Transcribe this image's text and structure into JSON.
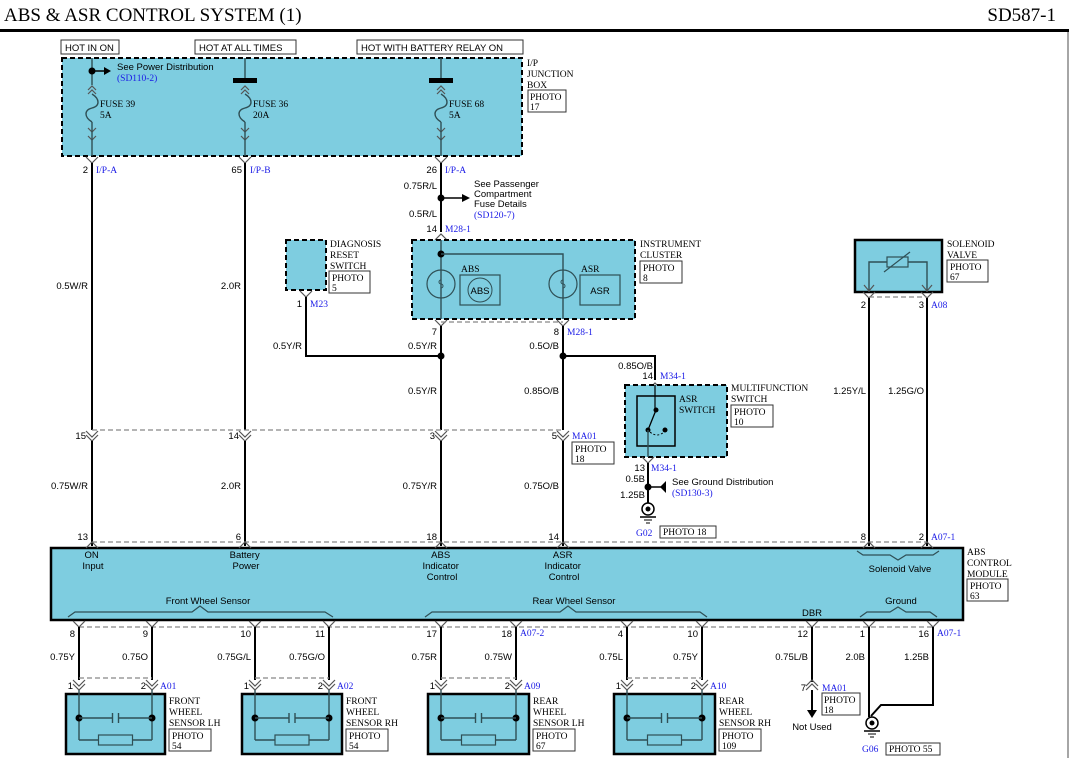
{
  "header": {
    "title": "ABS & ASR CONTROL SYSTEM (1)",
    "page_code": "SD587-1"
  },
  "power": {
    "hot_in_on": "HOT IN ON",
    "hot_at_all_times": "HOT AT ALL TIMES",
    "hot_with_battery_relay_on": "HOT WITH BATTERY RELAY ON"
  },
  "junction_box": {
    "name_lines": [
      "I/P",
      "JUNCTION",
      "BOX"
    ],
    "photo": [
      "PHOTO",
      "17"
    ],
    "see_power": "See Power Distribution",
    "see_power_ref": "(SD110-2)",
    "fuses": [
      {
        "name": "FUSE 39",
        "rating": "5A",
        "pin": "2",
        "connector": "I/P-A",
        "wire": "0.5W/R"
      },
      {
        "name": "FUSE 36",
        "rating": "20A",
        "pin": "65",
        "connector": "I/P-B",
        "wire": "2.0R"
      },
      {
        "name": "FUSE 68",
        "rating": "5A",
        "pin": "26",
        "connector": "I/P-A",
        "wire": "0.75R/L"
      }
    ]
  },
  "passenger_ref": {
    "lines": [
      "See Passenger",
      "Compartment",
      "Fuse Details"
    ],
    "ref": "(SD120-7)",
    "wire_after": "0.5R/L"
  },
  "diagnosis_switch": {
    "name_lines": [
      "DIAGNOSIS",
      "RESET",
      "SWITCH"
    ],
    "photo": [
      "PHOTO",
      "5"
    ],
    "pin": "1",
    "connector": "M23",
    "wire": "0.5Y/R"
  },
  "instrument_cluster": {
    "name_lines": [
      "INSTRUMENT",
      "CLUSTER"
    ],
    "photo": [
      "PHOTO",
      "8"
    ],
    "in_pin": "14",
    "in_connector": "M28-1",
    "abs_label": "ABS",
    "abs_icon_text": "ABS",
    "asr_label": "ASR",
    "asr_icon_text": "ASR",
    "pin_abs": "7",
    "pin_asr": "8",
    "out_connector": "M28-1",
    "wire_abs": "0.5Y/R",
    "wire_asr": "0.5O/B"
  },
  "multifunction_switch": {
    "name_lines": [
      "MULTIFUNCTION",
      "SWITCH"
    ],
    "photo": [
      "PHOTO",
      "10"
    ],
    "switch_label": [
      "ASR",
      "SWITCH"
    ],
    "in_wire": "0.85O/B",
    "in_pin": "14",
    "in_connector": "M34-1",
    "out_pin": "13",
    "out_connector": "M34-1",
    "out_wire": "0.5B",
    "ground_wire": "1.25B",
    "see_ground": "See Ground Distribution",
    "see_ground_ref": "(SD130-3)",
    "ground": "G02",
    "ground_photo": "PHOTO 18"
  },
  "solenoid_valve": {
    "name_lines": [
      "SOLENOID",
      "VALVE"
    ],
    "photo": [
      "PHOTO",
      "67"
    ],
    "pin_left": "2",
    "pin_right": "3",
    "connector": "A08",
    "wire_left": "1.25Y/L",
    "wire_right": "1.25G/O"
  },
  "mid_wires": {
    "w1": "0.5Y/R",
    "w2": "0.5Y/R",
    "w3": "0.85O/B",
    "ma01_pins": [
      "15",
      "14",
      "3",
      "5"
    ],
    "ma01_connector": "MA01",
    "ma01_photo": [
      "PHOTO",
      "18"
    ],
    "lower_wires": [
      "0.75W/R",
      "2.0R",
      "0.75Y/R",
      "0.75O/B"
    ]
  },
  "abs_module": {
    "name_lines": [
      "ABS",
      "CONTROL",
      "MODULE"
    ],
    "photo": [
      "PHOTO",
      "63"
    ],
    "top_pins": [
      "13",
      "6",
      "18",
      "14",
      "8",
      "2"
    ],
    "top_connector": "A07-1",
    "functions": {
      "on_input": [
        "ON",
        "Input"
      ],
      "battery_power": [
        "Battery",
        "Power"
      ],
      "abs_indicator": [
        "ABS",
        "Indicator",
        "Control"
      ],
      "asr_indicator": [
        "ASR",
        "Indicator",
        "Control"
      ],
      "solenoid_valve": "Solenoid Valve",
      "front_wheel_sensor": "Front Wheel Sensor",
      "rear_wheel_sensor": "Rear Wheel Sensor",
      "dbr": "DBR",
      "ground": "Ground"
    },
    "bottom_pins": [
      "8",
      "9",
      "10",
      "11",
      "17",
      "18",
      "4",
      "10",
      "12",
      "1",
      "16"
    ],
    "bottom_connector_mid": "A07-2",
    "bottom_connector_right": "A07-1",
    "bottom_wires": [
      "0.75Y",
      "0.75O",
      "0.75G/L",
      "0.75G/O",
      "0.75R",
      "0.75W",
      "0.75L",
      "0.75Y",
      "0.75L/B",
      "2.0B",
      "1.25B"
    ]
  },
  "sensors": [
    {
      "name_lines": [
        "FRONT",
        "WHEEL",
        "SENSOR LH"
      ],
      "photo": [
        "PHOTO",
        "54"
      ],
      "connector": "A01",
      "pins": [
        "1",
        "2"
      ]
    },
    {
      "name_lines": [
        "FRONT",
        "WHEEL",
        "SENSOR RH"
      ],
      "photo": [
        "PHOTO",
        "54"
      ],
      "connector": "A02",
      "pins": [
        "1",
        "2"
      ]
    },
    {
      "name_lines": [
        "REAR",
        "WHEEL",
        "SENSOR LH"
      ],
      "photo": [
        "PHOTO",
        "67"
      ],
      "connector": "A09",
      "pins": [
        "1",
        "2"
      ]
    },
    {
      "name_lines": [
        "REAR",
        "WHEEL",
        "SENSOR RH"
      ],
      "photo": [
        "PHOTO",
        "109"
      ],
      "connector": "A10",
      "pins": [
        "1",
        "2"
      ]
    }
  ],
  "dbr_line": {
    "pin": "7",
    "connector": "MA01",
    "photo": [
      "PHOTO",
      "18"
    ],
    "not_used": "Not Used"
  },
  "ground_g06": {
    "name": "G06",
    "photo": "PHOTO 55"
  }
}
